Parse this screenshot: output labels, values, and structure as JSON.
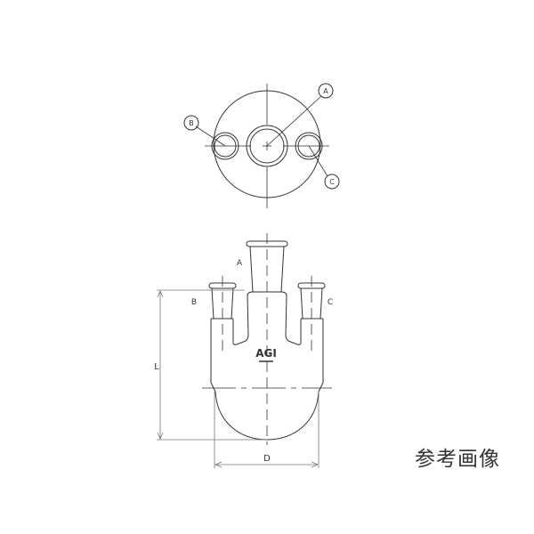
{
  "top_view": {
    "labels": {
      "a": "A",
      "b": "B",
      "c": "C"
    }
  },
  "side_view": {
    "labels": {
      "a": "A",
      "b": "B",
      "c": "C"
    },
    "logo": "AGI",
    "dimensions": {
      "length": "L",
      "diameter": "D"
    }
  },
  "caption": "参考画像",
  "colors": {
    "line": "#333333",
    "dim_line": "#777777",
    "background": "#ffffff"
  }
}
